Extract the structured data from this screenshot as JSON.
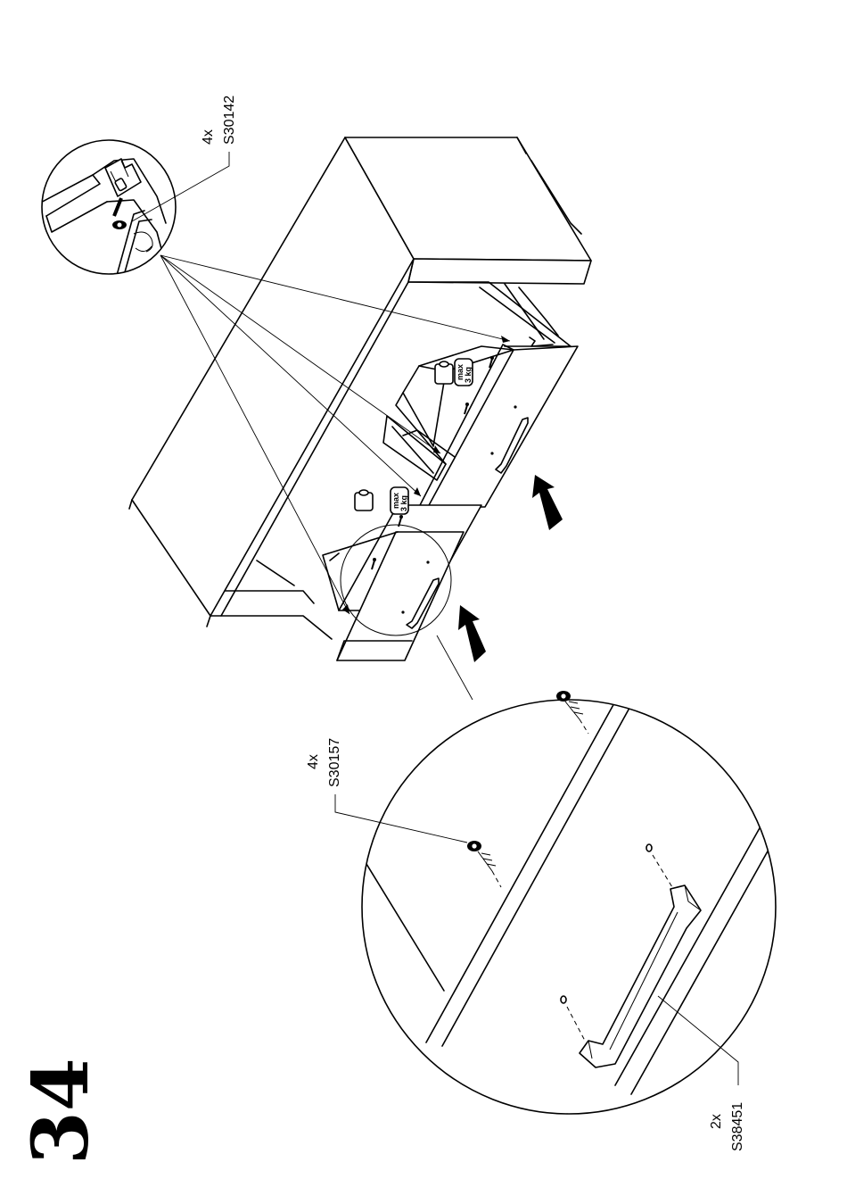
{
  "step_number": "34",
  "parts": {
    "cam_fitting": {
      "quantity": "4x",
      "code": "S30142"
    },
    "screw": {
      "quantity": "4x",
      "code": "S30157"
    },
    "handle": {
      "quantity": "2x",
      "code": "S38451"
    }
  },
  "drawer_weight_limit": {
    "line1": "max",
    "line2": "3 kg"
  },
  "icons": [
    "weight-icon",
    "arrow-icon",
    "screw-icon",
    "handle-icon",
    "cam-fitting-icon"
  ],
  "colors": {
    "ink": "#000000",
    "paper": "#ffffff"
  }
}
